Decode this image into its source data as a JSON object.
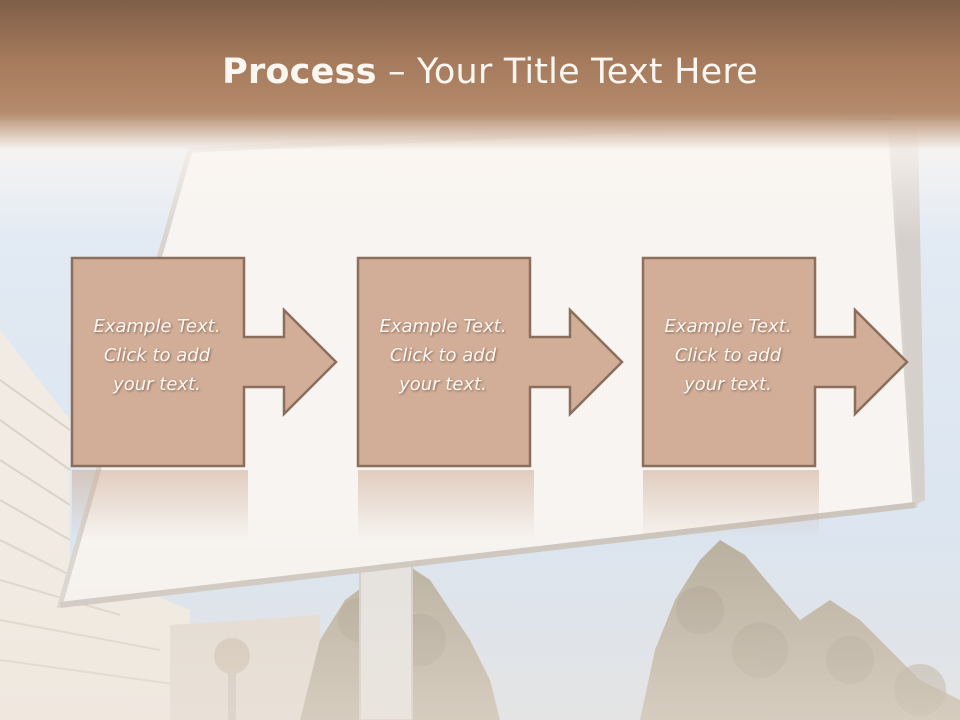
{
  "slide": {
    "title_bold": "Process",
    "title_rest": " – Your Title Text Here"
  },
  "steps": [
    {
      "line1": "Example Text.",
      "line2": "Click  to add",
      "line3": "your text."
    },
    {
      "line1": "Example Text.",
      "line2": "Click  to add",
      "line3": "your text."
    },
    {
      "line1": "Example Text.",
      "line2": "Click  to add",
      "line3": "your text."
    }
  ],
  "colors": {
    "header": "#a57a5c",
    "box_fill": "#d4b09a",
    "box_stroke": "#8a6d5c",
    "text": "#fdf8f3"
  }
}
